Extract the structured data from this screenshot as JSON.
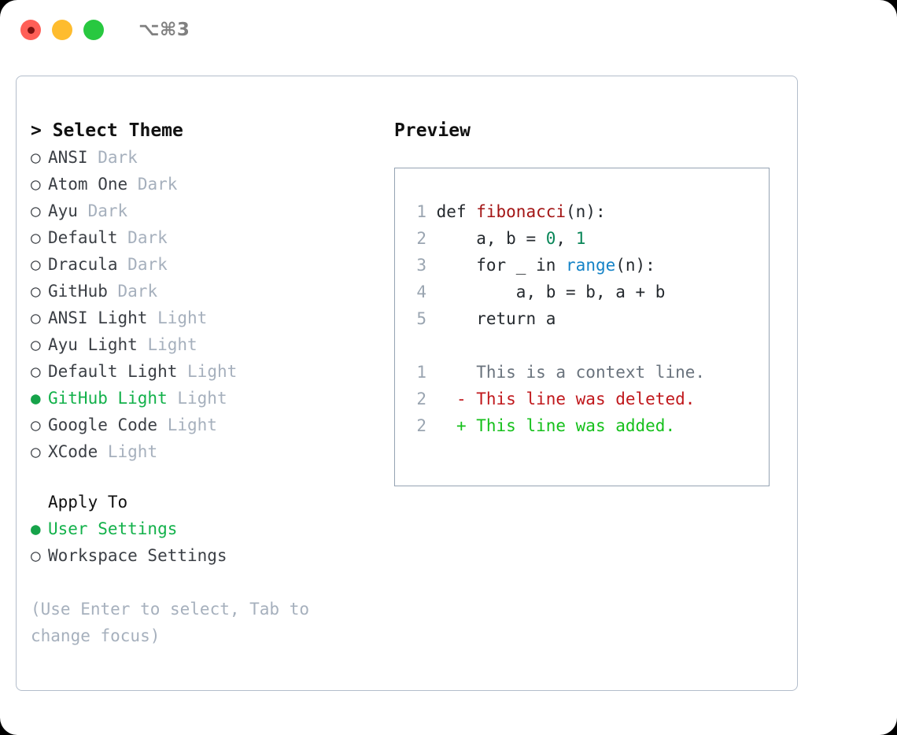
{
  "titlebar": {
    "shortcut": "⌥⌘3",
    "lights": [
      {
        "name": "close",
        "color": "#ff5f57"
      },
      {
        "name": "minimize",
        "color": "#febc2e"
      },
      {
        "name": "maximize",
        "color": "#28c840"
      }
    ]
  },
  "theme_picker": {
    "header": "> Select Theme",
    "selected_bullet": "●",
    "unselected_bullet": "○",
    "items": [
      {
        "bullet": "○",
        "name": "ANSI",
        "tag": "Dark",
        "selected": false
      },
      {
        "bullet": "○",
        "name": "Atom One",
        "tag": "Dark",
        "selected": false
      },
      {
        "bullet": "○",
        "name": "Ayu",
        "tag": "Dark",
        "selected": false
      },
      {
        "bullet": "○",
        "name": "Default",
        "tag": "Dark",
        "selected": false
      },
      {
        "bullet": "○",
        "name": "Dracula",
        "tag": "Dark",
        "selected": false
      },
      {
        "bullet": "○",
        "name": "GitHub",
        "tag": "Dark",
        "selected": false
      },
      {
        "bullet": "○",
        "name": "ANSI Light",
        "tag": "Light",
        "selected": false
      },
      {
        "bullet": "○",
        "name": "Ayu Light",
        "tag": "Light",
        "selected": false
      },
      {
        "bullet": "○",
        "name": "Default Light",
        "tag": "Light",
        "selected": false
      },
      {
        "bullet": "●",
        "name": "GitHub Light",
        "tag": "Light",
        "selected": true
      },
      {
        "bullet": "○",
        "name": "Google Code",
        "tag": "Light",
        "selected": false
      },
      {
        "bullet": "○",
        "name": "XCode",
        "tag": "Light",
        "selected": false
      }
    ]
  },
  "apply_to": {
    "header": "Apply To",
    "items": [
      {
        "bullet": "●",
        "label": "User Settings",
        "selected": true
      },
      {
        "bullet": "○",
        "label": "Workspace Settings",
        "selected": false
      }
    ]
  },
  "hint": "(Use Enter to select, Tab to change focus)",
  "preview": {
    "title": "Preview",
    "code_lines": [
      {
        "n": "1",
        "tokens": [
          {
            "t": "def ",
            "c": "kw"
          },
          {
            "t": "fibonacci",
            "c": "fn"
          },
          {
            "t": "(n):",
            "c": "ctext"
          }
        ]
      },
      {
        "n": "2",
        "tokens": [
          {
            "t": "    a, b = ",
            "c": "ctext"
          },
          {
            "t": "0",
            "c": "num"
          },
          {
            "t": ", ",
            "c": "ctext"
          },
          {
            "t": "1",
            "c": "num"
          }
        ]
      },
      {
        "n": "3",
        "tokens": [
          {
            "t": "    for _ in ",
            "c": "kw"
          },
          {
            "t": "range",
            "c": "bi"
          },
          {
            "t": "(n):",
            "c": "ctext"
          }
        ]
      },
      {
        "n": "4",
        "tokens": [
          {
            "t": "        a, b = b, a + b",
            "c": "ctext"
          }
        ]
      },
      {
        "n": "5",
        "tokens": [
          {
            "t": "    return a",
            "c": "kw"
          }
        ]
      }
    ],
    "diff_lines": [
      {
        "n": "1",
        "sign": " ",
        "text": " This is a context line.",
        "kind": "context"
      },
      {
        "n": "2",
        "sign": "-",
        "text": " This line was deleted.",
        "kind": "deleted"
      },
      {
        "n": "2",
        "sign": "+",
        "text": " This line was added.",
        "kind": "added"
      }
    ]
  },
  "colors": {
    "accent_green": "#16a34a",
    "selected_text_green": "#12b14a",
    "muted_tag": "#a6b0bd",
    "line_number": "#9aa5b1",
    "panel_border": "#b3bdcb",
    "preview_border": "#95a3b3",
    "diff_add": "#15c01b",
    "diff_del": "#c0181c",
    "diff_ctx": "#6a737d",
    "syntax_function": "#a31515",
    "syntax_number": "#098658",
    "syntax_builtin": "#1583c7"
  }
}
